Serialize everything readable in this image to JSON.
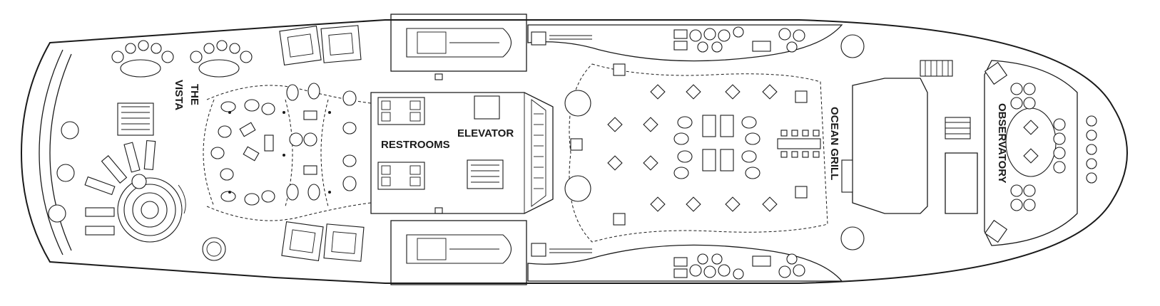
{
  "deck_plan": {
    "labels": {
      "vista_line1": "THE",
      "vista_line2": "VISTA",
      "restrooms": "RESTROOMS",
      "elevator": "ELEVATOR",
      "ocean_grill": "OCEAN GRILL",
      "observatory": "OBSERVATORY"
    }
  }
}
